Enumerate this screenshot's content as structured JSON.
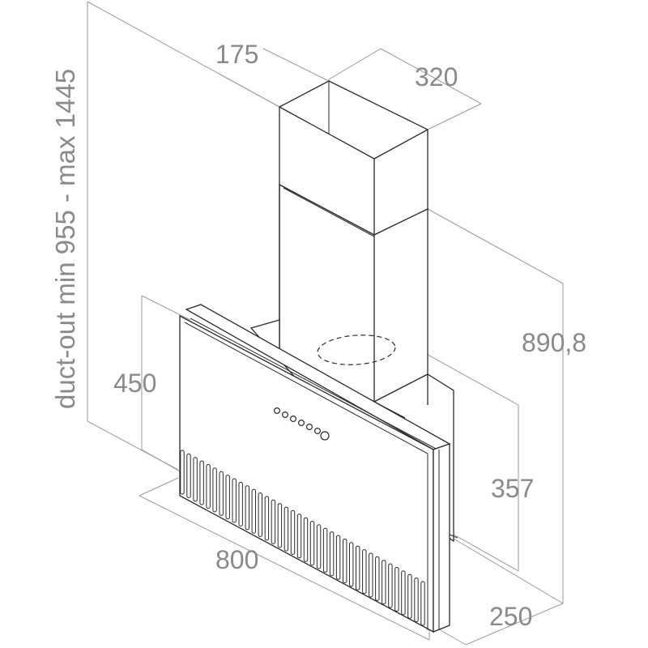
{
  "dimensions": {
    "duct_height_label": "duct-out min 955 - max 1445",
    "depth_top": "175",
    "width_top": "320",
    "total_height": "890,8",
    "panel_height": "450",
    "lower_height": "357",
    "overall_width": "800",
    "overall_depth": "250"
  },
  "icons": {
    "control_buttons": "control-buttons-icon",
    "motor_outline": "motor-outline-icon"
  },
  "colors": {
    "line": "#2a2a2a",
    "dimension": "#9a9a9a",
    "label": "#8a8a8a"
  }
}
